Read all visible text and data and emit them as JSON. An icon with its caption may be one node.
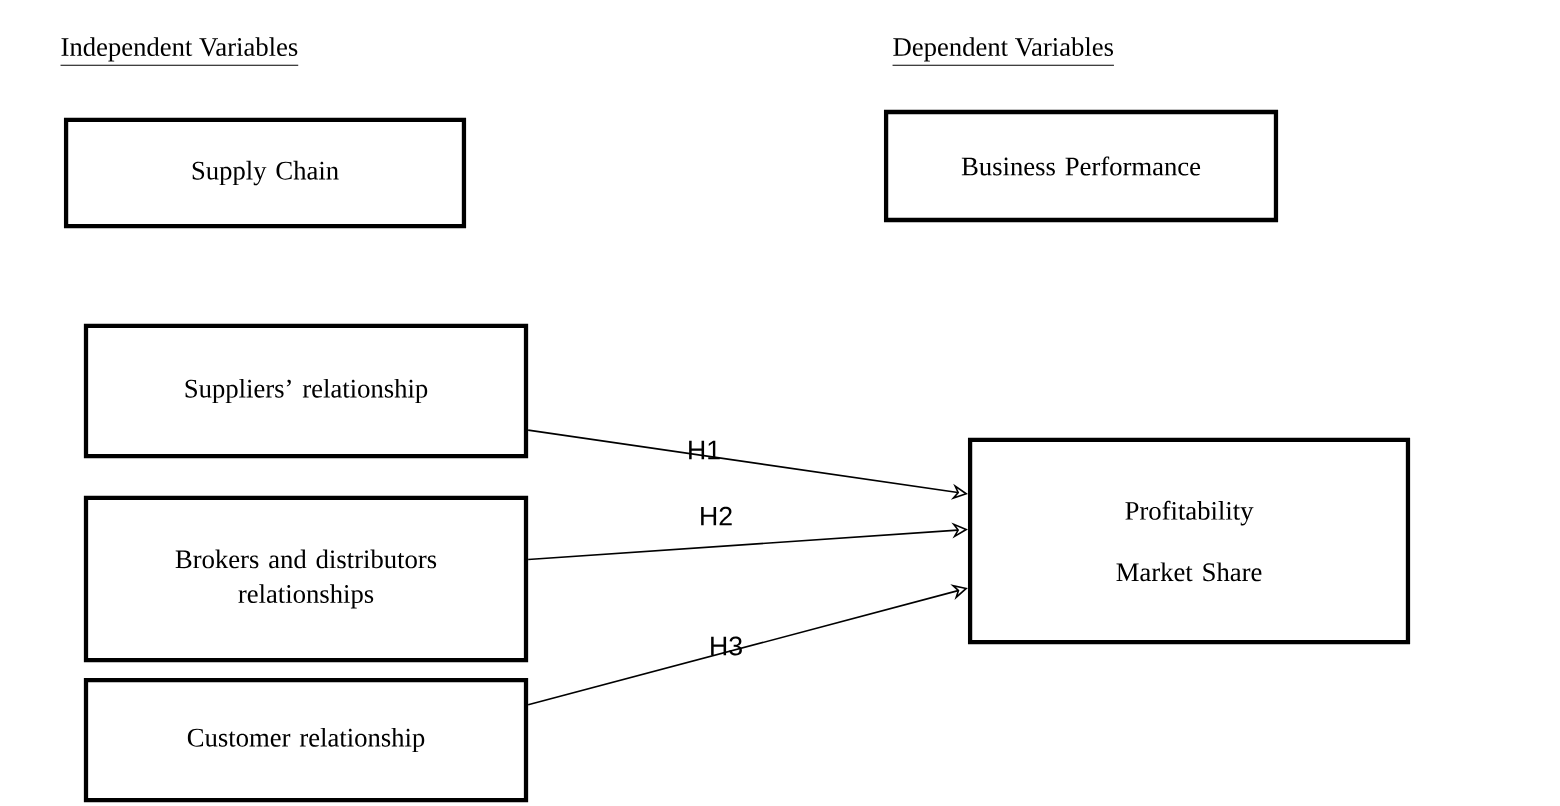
{
  "diagram": {
    "nodes": [
      {
        "text": [
          "Supply Chain"
        ]
      },
      {
        "text": [
          "Business Performance"
        ]
      },
      {
        "text": [
          "Suppliers’ relationship"
        ]
      },
      {
        "text": [
          "Brokers and distributors relationships"
        ]
      },
      {
        "text": [
          "Customer relationship"
        ]
      },
      {
        "text": [
          "Profitability",
          "Market Share"
        ]
      }
    ],
    "edges": [
      {
        "from": 2,
        "to": 5,
        "arrow": "to",
        "label": "H1"
      },
      {
        "from": 3,
        "to": 5,
        "arrow": "to",
        "label": "H2"
      },
      {
        "from": 4,
        "to": 5,
        "arrow": "to",
        "label": "H3"
      }
    ],
    "labels": [
      "Independent Variables",
      "Dependent Variables"
    ]
  }
}
